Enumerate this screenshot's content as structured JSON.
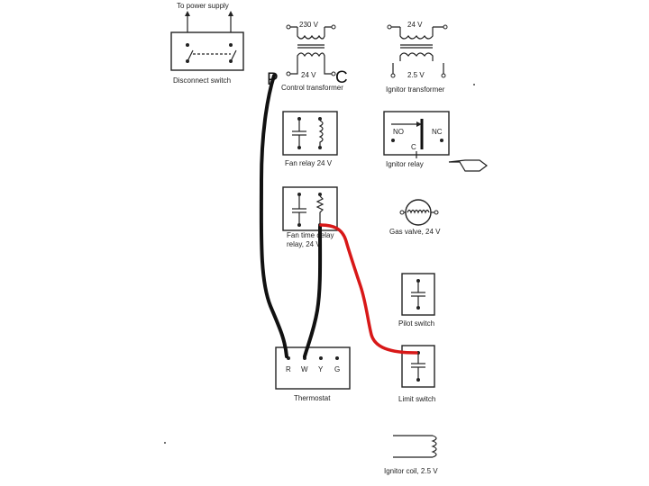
{
  "labels": {
    "power_supply": "To power supply",
    "disconnect": "Disconnect switch",
    "control_tx_primary": "230 V",
    "control_tx_secondary": "24 V",
    "control_tx": "Control transformer",
    "ignitor_tx_primary": "24 V",
    "ignitor_tx_secondary": "2.5 V",
    "ignitor_tx": "Ignitor transformer",
    "fan_relay": "Fan relay 24 V",
    "ignitor_relay": "Ignitor relay",
    "ignitor_relay_no": "NO",
    "ignitor_relay_nc": "NC",
    "ignitor_relay_c": "C",
    "fan_time_relay_1": "Fan time delay",
    "fan_time_relay_2": "relay, 24 V",
    "gas_valve": "Gas valve, 24 V",
    "pilot_switch": "Pilot switch",
    "limit_switch": "Limit switch",
    "thermostat": "Thermostat",
    "thermostat_terminals": [
      "R",
      "W",
      "Y",
      "G"
    ],
    "ignitor_coil": "Ignitor coil, 2.5 V",
    "annot_p": "P",
    "annot_c": "C"
  },
  "colors": {
    "wire_black": "#111111",
    "wire_red": "#d81818",
    "line": "#222222"
  }
}
